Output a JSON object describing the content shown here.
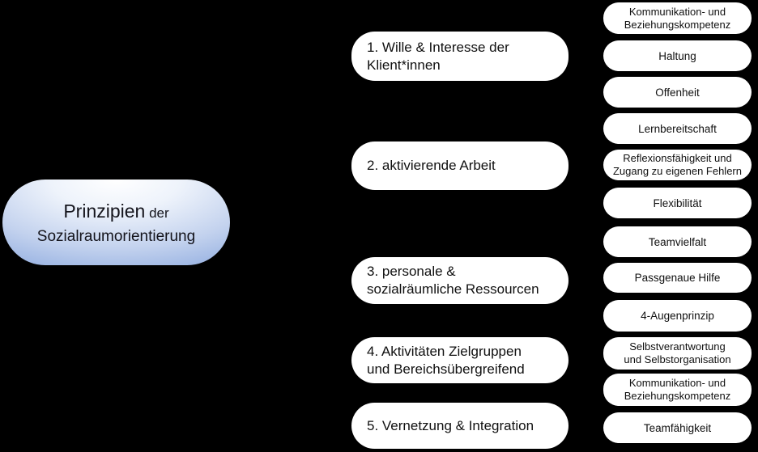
{
  "root": {
    "word_main": "Prinzipien",
    "word_connector": " der",
    "line2": "Sozialraumorientierung"
  },
  "principles": [
    {
      "label": "1. Wille & Interesse der\nKlient*innen"
    },
    {
      "label": "2. aktivierende Arbeit"
    },
    {
      "label": "3. personale &\nsozialräumliche Ressourcen"
    },
    {
      "label": "4. Aktivitäten Zielgruppen\nund Bereichsübergreifend"
    },
    {
      "label": "5. Vernetzung & Integration"
    }
  ],
  "competencies": [
    {
      "label": "Kommunikation- und\nBeziehungskompetenz"
    },
    {
      "label": "Haltung"
    },
    {
      "label": "Offenheit"
    },
    {
      "label": "Lernbereitschaft"
    },
    {
      "label": "Reflexionsfähigkeit und\nZugang zu eigenen Fehlern"
    },
    {
      "label": "Flexibilität"
    },
    {
      "label": "Teamvielfalt"
    },
    {
      "label": "Passgenaue Hilfe"
    },
    {
      "label": "4-Augenprinzip"
    },
    {
      "label": "Selbstverantwortung\nund Selbstorganisation"
    },
    {
      "label": "Kommunikation- und\nBeziehungskompetenz"
    },
    {
      "label": "Teamfähigkeit"
    }
  ],
  "colors": {
    "background": "#000000",
    "node_fill": "#ffffff",
    "root_gradient_top": "#ffffff",
    "root_gradient_bottom": "#5b82c8",
    "text": "#111111"
  }
}
